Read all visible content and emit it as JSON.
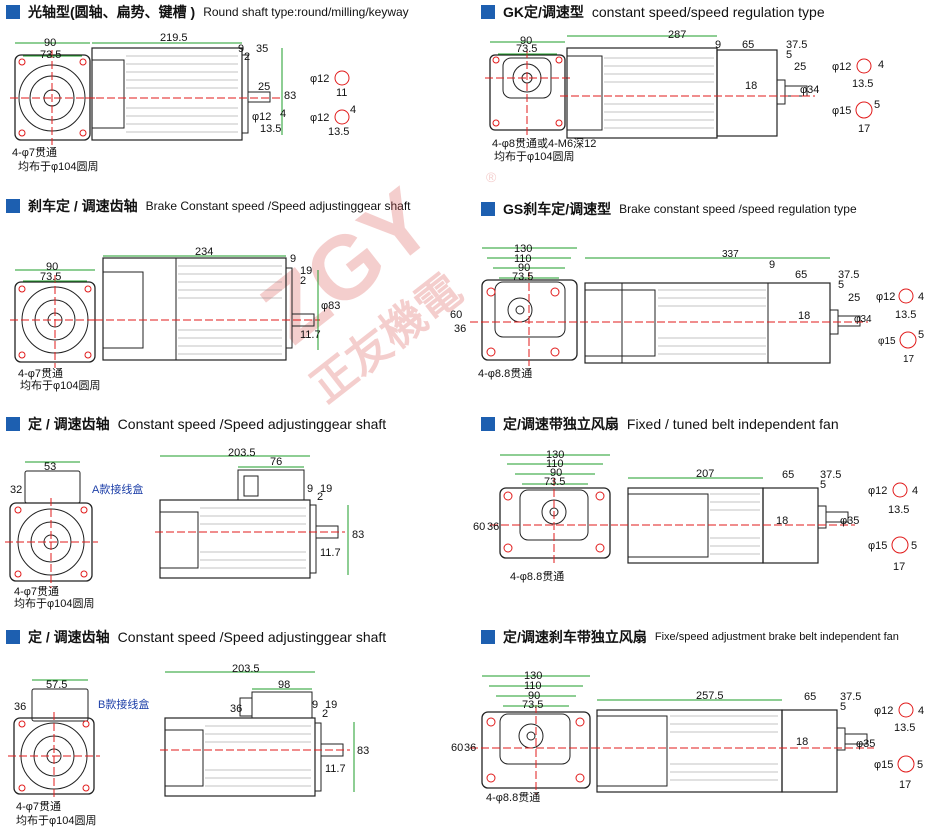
{
  "colors": {
    "dim": "#1e9e2a",
    "center": "#e11b1b",
    "outline": "#222222",
    "header_square": "#1d5fb0",
    "watermark": "#d9534f",
    "blue_text": "#1d3fa8"
  },
  "watermark": {
    "logo": "ZGY",
    "text": "正友機電",
    "mark": "®"
  },
  "common": {
    "holes_7": "4-φ7贯通",
    "pcd": "均布于φ104圆周",
    "holes_88": "4-φ8.8贯通"
  },
  "sections": [
    {
      "zh": "光轴型(圆轴、扁势、键槽 )",
      "en": "Round shaft type:round/milling/keyway",
      "dims": {
        "w90": "90",
        "w73": "73.5",
        "len": "219.5",
        "d9": "9",
        "d2": "2",
        "d35": "35",
        "d25": "25",
        "d83": "83",
        "phi12": "φ12",
        "d4": "4",
        "d135": "13.5",
        "d11": "11"
      },
      "shaft_a": {
        "phi": "φ12",
        "v": "11"
      },
      "shaft_b": {
        "phi": "φ12",
        "h": "4",
        "v": "13.5"
      }
    },
    {
      "zh": "GK定/调速型",
      "en": "constant speed/speed regulation type",
      "dims": {
        "w90": "90",
        "w73": "73.5",
        "len": "287",
        "d9": "9",
        "d65": "65",
        "d375": "37.5",
        "d5": "5",
        "d25": "25",
        "d18": "18",
        "phi34": "φ34"
      },
      "holes": "4-φ8贯通或4-M6深12",
      "shaft_a": {
        "phi": "φ12",
        "h": "4",
        "v": "13.5"
      },
      "shaft_b": {
        "phi": "φ15",
        "h": "5",
        "v": "17"
      }
    },
    {
      "zh": "刹车定 / 调速齿轴",
      "en": "Brake Constant speed /Speed adjustinggear shaft",
      "dims": {
        "w90": "90",
        "w73": "73.5",
        "len": "234",
        "d9": "9",
        "d19": "19",
        "d2": "2",
        "phi83": "φ83",
        "d117": "11.7"
      }
    },
    {
      "zh": "GS刹车定/调速型",
      "en": "Brake constant speed /speed regulation type",
      "dims": {
        "w130": "130",
        "w110": "110",
        "w90": "90",
        "w73": "73.5",
        "h60": "60",
        "h36": "36",
        "len": "337",
        "d9": "9",
        "d65": "65",
        "d375": "37.5",
        "d5": "5",
        "d25": "25",
        "d18": "18",
        "phi34": "φ34"
      },
      "shaft_a": {
        "phi": "φ12",
        "h": "4",
        "v": "13.5"
      },
      "shaft_b": {
        "phi": "φ15",
        "h": "5",
        "v": "17"
      }
    },
    {
      "zh": "定 / 调速齿轴",
      "en": "Constant speed /Speed adjustinggear shaft",
      "dims": {
        "w53": "53",
        "h32": "32",
        "box_label": "A款接线盒",
        "len": "203.5",
        "d76": "76",
        "d9": "9",
        "d19": "19",
        "d2": "2",
        "d83": "83",
        "d117": "11.7"
      }
    },
    {
      "zh": "定/调速带独立风扇",
      "en": "Fixed / tuned belt independent fan",
      "dims": {
        "w130": "130",
        "w110": "110",
        "w90": "90",
        "w73": "73.5",
        "h60": "60",
        "h36": "36",
        "len": "207",
        "d65": "65",
        "d375": "37.5",
        "d5": "5",
        "d18": "18",
        "phi35": "φ35"
      },
      "shaft_a": {
        "phi": "φ12",
        "h": "4",
        "v": "13.5"
      },
      "shaft_b": {
        "phi": "φ15",
        "h": "5",
        "v": "17"
      }
    },
    {
      "zh": "定 / 调速齿轴",
      "en": "Constant speed /Speed adjustinggear shaft",
      "dims": {
        "w575": "57.5",
        "h36": "36",
        "box_label": "B款接线盒",
        "len": "203.5",
        "d98": "98",
        "d36": "36",
        "d9": "9",
        "d19": "19",
        "d2": "2",
        "d83": "83",
        "d117": "11.7"
      }
    },
    {
      "zh": "定/调速刹车带独立风扇",
      "en": "Fixe/speed adjustment brake belt independent fan",
      "dims": {
        "w130": "130",
        "w110": "110",
        "w90": "90",
        "w73": "73.5",
        "h60": "60",
        "h36": "36",
        "len": "257.5",
        "d65": "65",
        "d375": "37.5",
        "d5": "5",
        "d18": "18",
        "phi35": "φ35"
      },
      "shaft_a": {
        "phi": "φ12",
        "h": "4",
        "v": "13.5"
      },
      "shaft_b": {
        "phi": "φ15",
        "h": "5",
        "v": "17"
      }
    }
  ]
}
